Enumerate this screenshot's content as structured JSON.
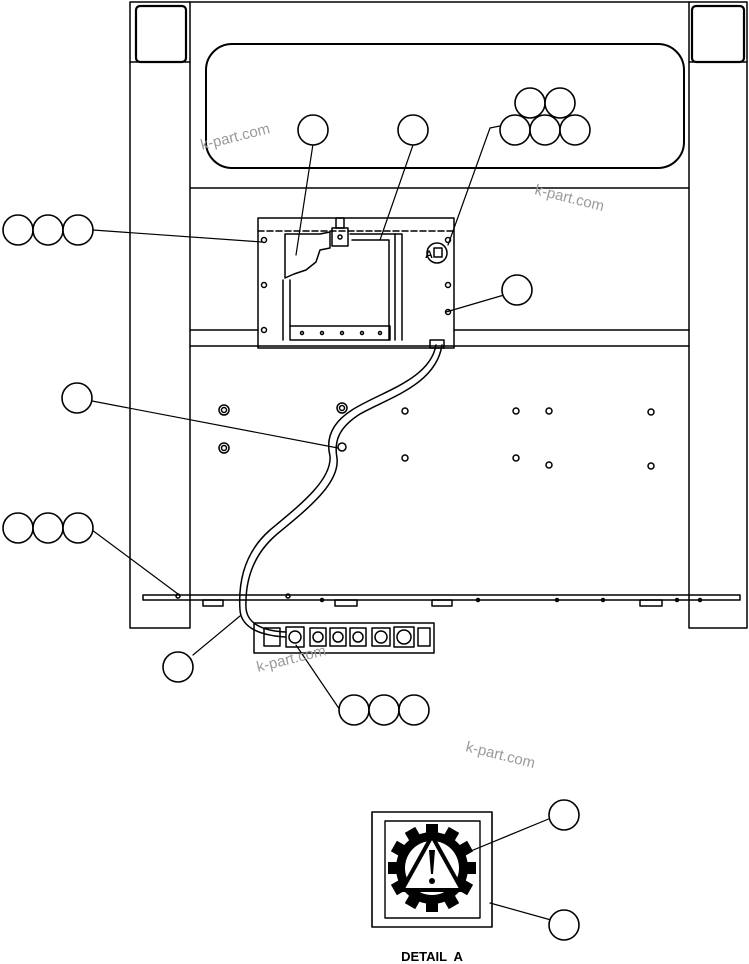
{
  "watermarks": [
    "k-part.com",
    "k-part.com",
    "k-part.com",
    "k-part.com"
  ],
  "panel_marker": "A",
  "detail_title": "DETAIL  A",
  "colors": {
    "line": "#000000",
    "background": "#ffffff",
    "watermark": "#9a9a9a"
  },
  "callout_bubbles": "empty reference circles (no printed numbers)",
  "icons": [
    "warning-triangle-icon",
    "gear-icon"
  ]
}
